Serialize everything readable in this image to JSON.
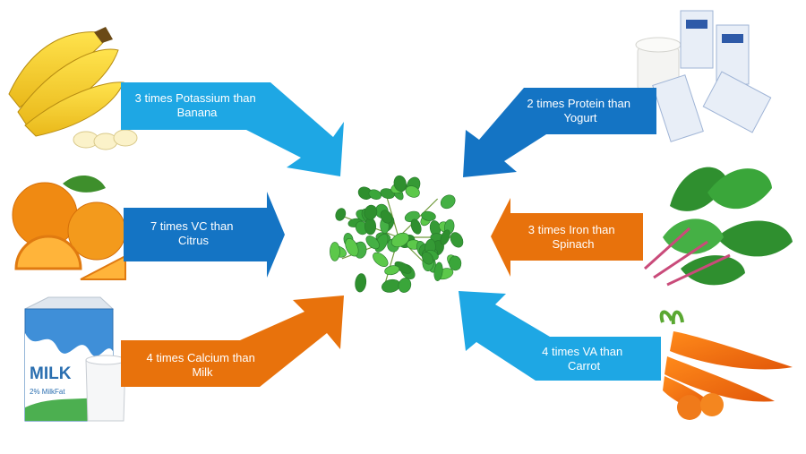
{
  "comparisons": [
    {
      "text": "3 times Potassium than Banana",
      "line1": "3 times Potassium than",
      "line2": "Banana",
      "color": "#1ea7e4",
      "food": "banana"
    },
    {
      "text": "7 times VC than Citrus",
      "line1": "7 times VC than",
      "line2": "Citrus",
      "color": "#1474c4",
      "food": "orange"
    },
    {
      "text": "4 times Calcium than Milk",
      "line1": "4 times Calcium than",
      "line2": "Milk",
      "color": "#e8720c",
      "food": "milk"
    },
    {
      "text": "2 times Protein than Yogurt",
      "line1": "2 times Protein than",
      "line2": "Yogurt",
      "color": "#1474c4",
      "food": "yogurt"
    },
    {
      "text": "3 times Iron than Spinach",
      "line1": "3 times Iron than",
      "line2": "Spinach",
      "color": "#e8720c",
      "food": "spinach"
    },
    {
      "text": "4 times VA than Carrot",
      "line1": "4 times VA than",
      "line2": "Carrot",
      "color": "#1ea7e4",
      "food": "carrot"
    }
  ],
  "milk_carton": {
    "brand": "MILK",
    "fat": "2% MilkFat"
  },
  "colors": {
    "blue_light": "#1ea7e4",
    "blue_dark": "#1474c4",
    "orange": "#e8720c",
    "leaf": "#3aa63a"
  }
}
